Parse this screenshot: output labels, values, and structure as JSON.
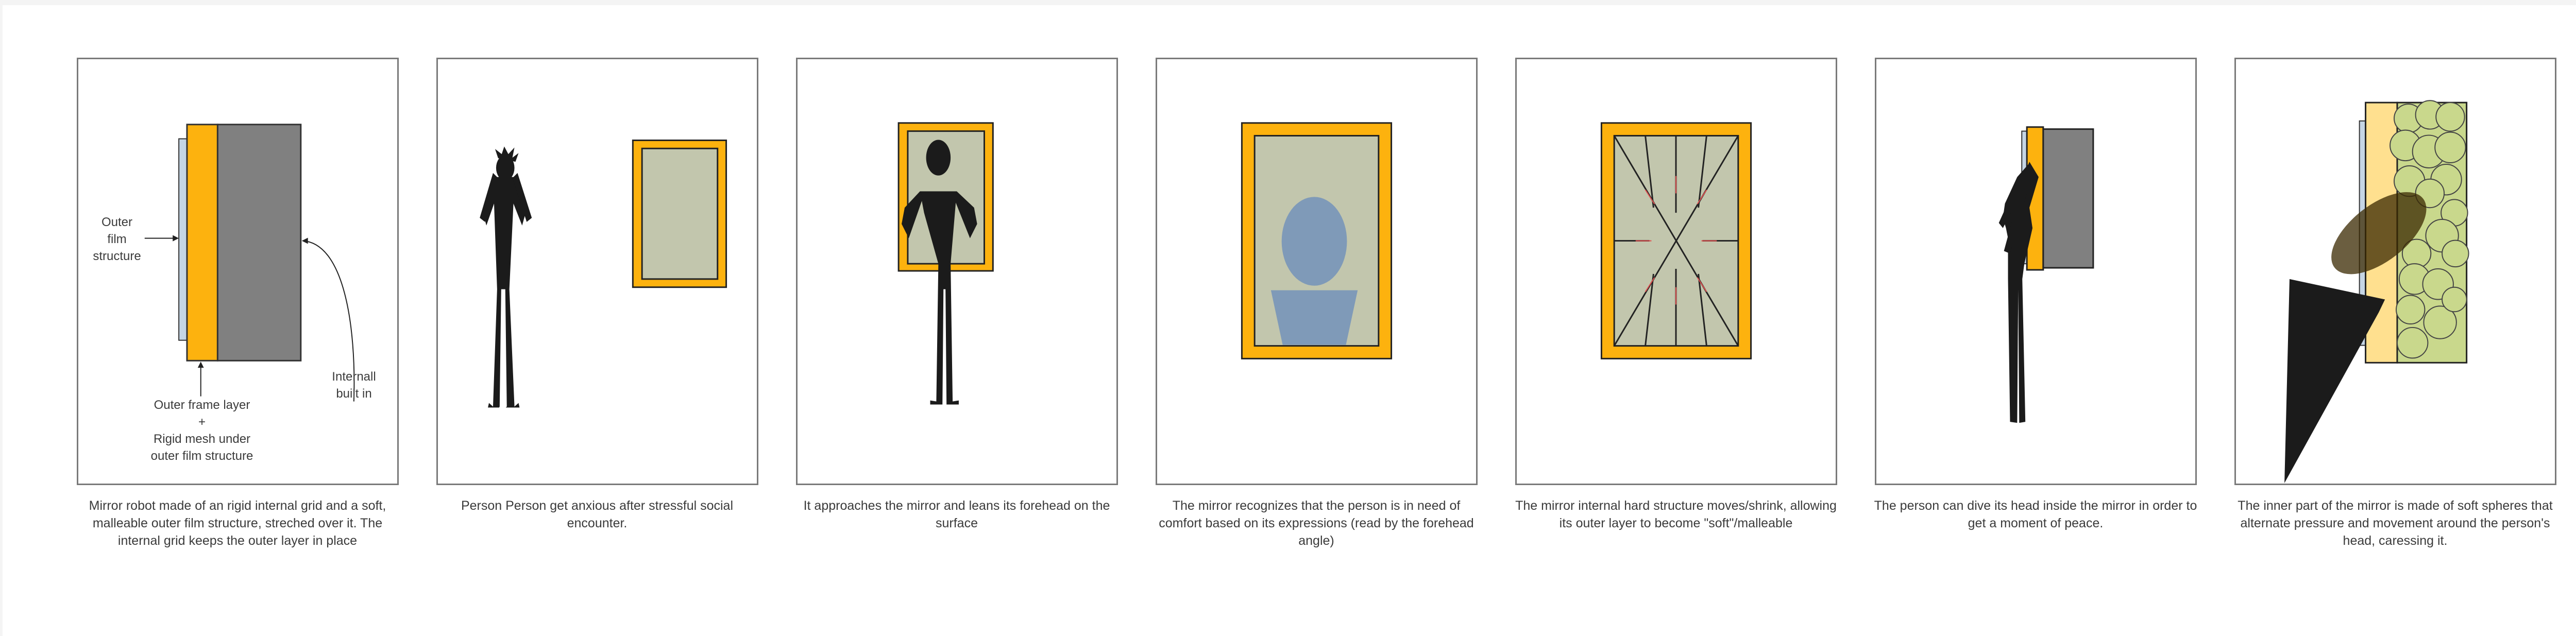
{
  "colors": {
    "orange": "#FDB20E",
    "panel_fill": "#C2C6AD",
    "dark_gray": "#808080",
    "figure": "#1b1b1b",
    "light_blue": "#C5D5E4",
    "blue_face": "#7F9AB8",
    "cream": "#FFE08F",
    "sphere": "#C9D88C",
    "arrow_red": "#E05050"
  },
  "panel1": {
    "label_outer_film": [
      "Outer",
      "film",
      "structure"
    ],
    "label_outer_frame": [
      "Outer frame layer",
      "+",
      "Rigid mesh under",
      "outer film structure"
    ],
    "label_internal": [
      "Internall",
      "built in"
    ]
  },
  "captions": [
    "Mirror robot made of an rigid internal grid and a soft, malleable outer film structure, streched over it. The internal grid keeps the outer layer in place",
    "Person Person get anxious after stressful social encounter.",
    "It approaches the mirror and leans its forehead on the surface",
    "The mirror recognizes that the person is in need of comfort based on its expressions (read by the forehead angle)",
    "The mirror internal hard structure moves/shrink, allowing its outer layer to become \"soft\"/malleable",
    "The person can dive its head inside the mirror in order to get a moment of peace.",
    "The inner part of the mirror is made of soft spheres that alternate pressure and movement around the person's head, caressing it."
  ]
}
